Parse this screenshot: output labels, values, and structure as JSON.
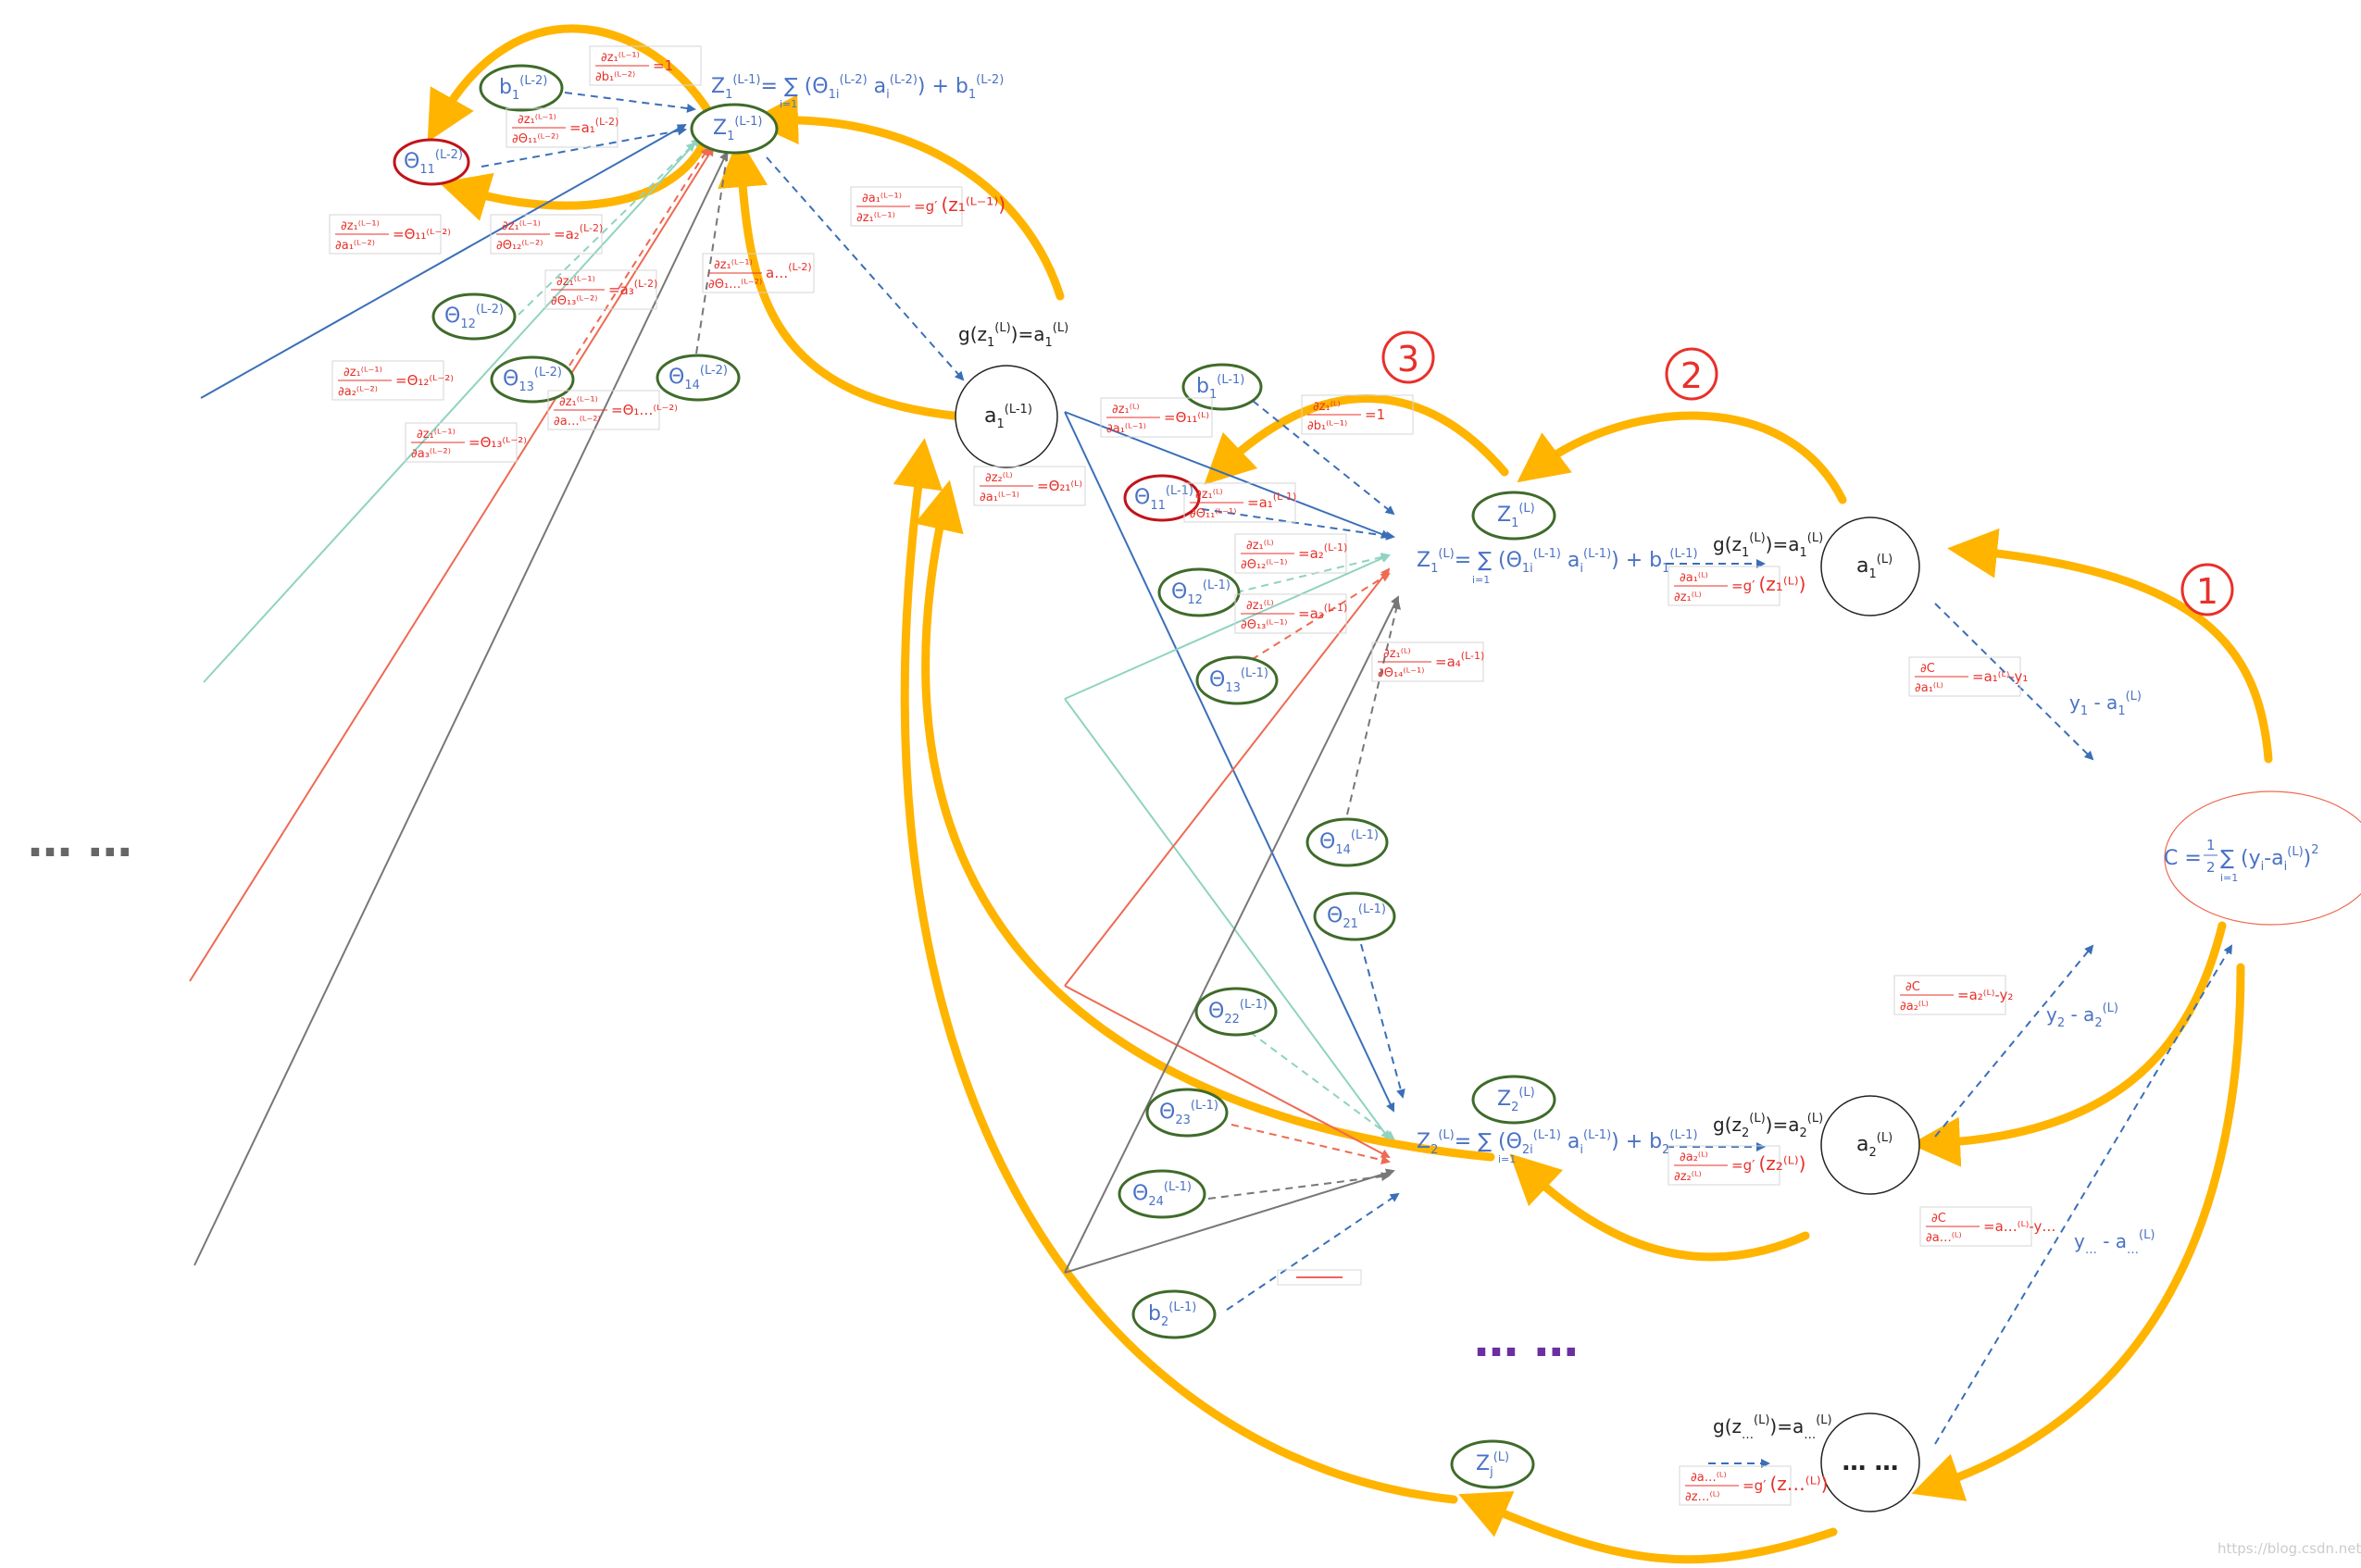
{
  "colors": {
    "arrow_orange": "#ffb400",
    "node_green": "#3f6b2a",
    "text_blue": "#4a72c4",
    "text_red": "#e8302a",
    "ellipsis_purple": "#6b2fa0",
    "ellipsis_gray": "#666666",
    "edge_blue": "#3a6fb8",
    "edge_teal": "#8fd3c0",
    "edge_red": "#ee6a52",
    "edge_gray": "#777777"
  },
  "steps": [
    "1",
    "2",
    "3"
  ],
  "ellipsis_left": "… …",
  "ellipsis_mid": "… …",
  "output_ellipsis": "… …",
  "cost": {
    "prefix": "C = ",
    "half_num": "1",
    "half_den": "2",
    "sum_sym": "∑",
    "sum_lower": "i=1",
    "body": "(y",
    "body_sub": "i",
    "body_mid": "-a",
    "body_sub2": "i",
    "body_sup": "(L)",
    "body_end": ")",
    "power": "2"
  },
  "neurons": {
    "a1L": {
      "base": "a",
      "sub": "1",
      "sup": "(L)"
    },
    "a2L": {
      "base": "a",
      "sub": "2",
      "sup": "(L)"
    },
    "a1Lm1": {
      "base": "a",
      "sub": "1",
      "sup": "(L-1)"
    }
  },
  "z_nodes": {
    "z1L": {
      "base": "Z",
      "sub": "1",
      "sup": "(L)"
    },
    "z2L": {
      "base": "Z",
      "sub": "2",
      "sup": "(L)"
    },
    "zjL": {
      "base": "Z",
      "sub": "j",
      "sup": "(L)"
    },
    "z1Lm1": {
      "base": "Z",
      "sub": "1",
      "sup": "(L-1)"
    }
  },
  "params": {
    "b1L1": {
      "base": "b",
      "sub": "1",
      "sup": "(L-1)"
    },
    "b2L1": {
      "base": "b",
      "sub": "2",
      "sup": "(L-1)"
    },
    "t11L1": {
      "base": "Θ",
      "sub": "11",
      "sup": "(L-1)"
    },
    "t12L1": {
      "base": "Θ",
      "sub": "12",
      "sup": "(L-1)"
    },
    "t13L1": {
      "base": "Θ",
      "sub": "13",
      "sup": "(L-1)"
    },
    "t14L1": {
      "base": "Θ",
      "sub": "14",
      "sup": "(L-1)"
    },
    "t21L1": {
      "base": "Θ",
      "sub": "21",
      "sup": "(L-1)"
    },
    "t22L1": {
      "base": "Θ",
      "sub": "22",
      "sup": "(L-1)"
    },
    "t23L1": {
      "base": "Θ",
      "sub": "23",
      "sup": "(L-1)"
    },
    "t24L1": {
      "base": "Θ",
      "sub": "24",
      "sup": "(L-1)"
    },
    "b1L2": {
      "base": "b",
      "sub": "1",
      "sup": "(L-2)"
    },
    "t11L2": {
      "base": "Θ",
      "sub": "11",
      "sup": "(L-2)"
    },
    "t12L2": {
      "base": "Θ",
      "sub": "12",
      "sup": "(L-2)"
    },
    "t13L2": {
      "base": "Θ",
      "sub": "13",
      "sup": "(L-2)"
    },
    "t14L2": {
      "base": "Θ",
      "sub": "14",
      "sup": "(L-2)"
    }
  },
  "equations": {
    "z1L": {
      "lhs": "Z",
      "lhs_sub": "1",
      "lhs_sup": "(L)",
      "rhs": "= ∑ (Θ",
      "rhs_sub": "1i",
      "rhs_sup": "(L-1)",
      "a": " a",
      "a_sub": "i",
      "a_sup": "(L-1)",
      "b": ") + b",
      "b_sub": "1",
      "b_sup": "(L-1)",
      "limit": "i=1"
    },
    "z2L": {
      "lhs": "Z",
      "lhs_sub": "2",
      "lhs_sup": "(L)",
      "rhs": "= ∑ (Θ",
      "rhs_sub": "2i",
      "rhs_sup": "(L-1)",
      "a": " a",
      "a_sub": "i",
      "a_sup": "(L-1)",
      "b": ") + b",
      "b_sub": "2",
      "b_sup": "(L-1)",
      "limit": "i=1"
    },
    "z1Lm1": {
      "lhs": "Z",
      "lhs_sub": "1",
      "lhs_sup": "(L-1)",
      "rhs": "= ∑ (Θ",
      "rhs_sub": "1i",
      "rhs_sup": "(L-2)",
      "a": " a",
      "a_sub": "i",
      "a_sup": "(L-2)",
      "b": ") + b",
      "b_sub": "1",
      "b_sup": "(L-2)",
      "limit": "i=1"
    }
  },
  "activations": {
    "g1L": {
      "text": "g(z",
      "sub": "1",
      "sup": "(L)",
      "end": ")=a",
      "sub2": "1",
      "sup2": "(L)"
    },
    "g2L": {
      "text": "g(z",
      "sub": "2",
      "sup": "(L)",
      "end": ")=a",
      "sub2": "2",
      "sup2": "(L)"
    },
    "gjL": {
      "text": "g(z",
      "sub": "…",
      "sup": "(L)",
      "end": ")=a",
      "sub2": "…",
      "sup2": "(L)"
    },
    "g1Lm1": {
      "text": "g(z",
      "sub": "1",
      "sup": "(L)",
      "end": ")=a",
      "sub2": "1",
      "sup2": "(L)"
    }
  },
  "errors": {
    "e1": {
      "text": "y",
      "sub": "1",
      "mid": " - a",
      "sub2": "1",
      "sup": "(L)"
    },
    "e2": {
      "text": "y",
      "sub": "2",
      "mid": " - a",
      "sub2": "2",
      "sup": "(L)"
    },
    "ej": {
      "text": "y",
      "sub": "…",
      "mid": " - a",
      "sub2": "…",
      "sup": "(L)"
    }
  },
  "derivs": {
    "dC_da1": {
      "num": "∂C",
      "den": "∂a₁⁽ᴸ⁾",
      "rhs": "=a₁⁽ᴸ⁾-y₁"
    },
    "dC_da2": {
      "num": "∂C",
      "den": "∂a₂⁽ᴸ⁾",
      "rhs": "=a₂⁽ᴸ⁾-y₂"
    },
    "dC_daj": {
      "num": "∂C",
      "den": "∂a…⁽ᴸ⁾",
      "rhs": "=a…⁽ᴸ⁾-y…"
    },
    "da1_dz1": {
      "num": "∂a₁⁽ᴸ⁾",
      "den": "∂z₁⁽ᴸ⁾",
      "rhs": "=g′",
      "tail": "(z₁⁽ᴸ⁾)"
    },
    "da2_dz2": {
      "num": "∂a₂⁽ᴸ⁾",
      "den": "∂z₂⁽ᴸ⁾",
      "rhs": "=g′",
      "tail": "(z₂⁽ᴸ⁾)"
    },
    "daj_dzj": {
      "num": "∂a…⁽ᴸ⁾",
      "den": "∂z…⁽ᴸ⁾",
      "rhs": "=g′",
      "tail": "(z…⁽ᴸ⁾)"
    },
    "dz1_db1": {
      "num": "∂z₁⁽ᴸ⁾",
      "den": "∂b₁⁽ᴸ⁻¹⁾",
      "rhs": "=1"
    },
    "dz1_dt11": {
      "num": "∂z₁⁽ᴸ⁾",
      "den": "∂Θ₁₁⁽ᴸ⁻¹⁾",
      "rhs": "=a₁",
      "rsup": "(L-1)"
    },
    "dz1_dt12": {
      "num": "∂z₁⁽ᴸ⁾",
      "den": "∂Θ₁₂⁽ᴸ⁻¹⁾",
      "rhs": "=a₂",
      "rsup": "(L-1)"
    },
    "dz1_dt13": {
      "num": "∂z₁⁽ᴸ⁾",
      "den": "∂Θ₁₃⁽ᴸ⁻¹⁾",
      "rhs": "=a₃",
      "rsup": "(L-1)"
    },
    "dz1_dt14": {
      "num": "∂z₁⁽ᴸ⁾",
      "den": "∂Θ₁₄⁽ᴸ⁻¹⁾",
      "rhs": "=a₄",
      "rsup": "(L-1)"
    },
    "dz1_da1": {
      "num": "∂z₁⁽ᴸ⁾",
      "den": "∂a₁⁽ᴸ⁻¹⁾",
      "rhs": "=Θ₁₁⁽ᴸ⁾"
    },
    "dz2_da1": {
      "num": "∂z₂⁽ᴸ⁾",
      "den": "∂a₁⁽ᴸ⁻¹⁾",
      "rhs": "=Θ₂₁⁽ᴸ⁾"
    },
    "da1m1_dz1m1": {
      "num": "∂a₁⁽ᴸ⁻¹⁾",
      "den": "∂z₁⁽ᴸ⁻¹⁾",
      "rhs": "=g′",
      "tail": "(z₁⁽ᴸ⁻¹⁾)"
    },
    "dzm1_db": {
      "num": "∂z₁⁽ᴸ⁻¹⁾",
      "den": "∂b₁⁽ᴸ⁻²⁾",
      "rhs": "=1"
    },
    "dzm1_dt11": {
      "num": "∂z₁⁽ᴸ⁻¹⁾",
      "den": "∂Θ₁₁⁽ᴸ⁻²⁾",
      "rhs": "=a₁",
      "rsup": "(L-2)"
    },
    "dzm1_dt12": {
      "num": "∂z₁⁽ᴸ⁻¹⁾",
      "den": "∂Θ₁₂⁽ᴸ⁻²⁾",
      "rhs": "=a₂",
      "rsup": "(L-2)"
    },
    "dzm1_dt13": {
      "num": "∂z₁⁽ᴸ⁻¹⁾",
      "den": "∂Θ₁₃⁽ᴸ⁻²⁾",
      "rhs": "=a₃",
      "rsup": "(L-2)"
    },
    "dzm1_dt14": {
      "num": "∂z₁⁽ᴸ⁻¹⁾",
      "den": "∂Θ₁…⁽ᴸ⁻²⁾",
      "rhs": "a…",
      "rsup": "(L-2)"
    },
    "dzm1_da1": {
      "num": "∂z₁⁽ᴸ⁻¹⁾",
      "den": "∂a₁⁽ᴸ⁻²⁾",
      "rhs": "=Θ₁₁⁽ᴸ⁻²⁾"
    },
    "dzm1_da2": {
      "num": "∂z₁⁽ᴸ⁻¹⁾",
      "den": "∂a₂⁽ᴸ⁻²⁾",
      "rhs": "=Θ₁₂⁽ᴸ⁻²⁾"
    },
    "dzm1_da3": {
      "num": "∂z₁⁽ᴸ⁻¹⁾",
      "den": "∂a₃⁽ᴸ⁻²⁾",
      "rhs": "=Θ₁₃⁽ᴸ⁻²⁾"
    },
    "dzm1_daj": {
      "num": "∂z₁⁽ᴸ⁻¹⁾",
      "den": "∂a…⁽ᴸ⁻²⁾",
      "rhs": "=Θ₁…⁽ᴸ⁻²⁾"
    }
  },
  "watermark": "https://blog.csdn.net/nihhiq"
}
